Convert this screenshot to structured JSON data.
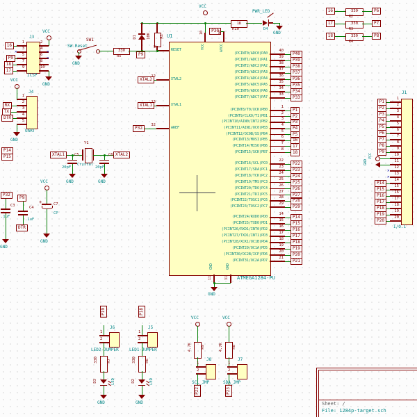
{
  "title_block": {
    "sheet": "Sheet: /",
    "file": "File: 1284p-target.sch"
  },
  "power": {
    "vcc": "VCC",
    "gnd": "GND"
  },
  "ic": {
    "ref": "U1",
    "value": "ATMEGA1284-PU",
    "left_pins": [
      {
        "num": "9",
        "name": "RESET",
        "label": null
      },
      {
        "num": "12",
        "name": "XTAL2",
        "label": "XTAL2"
      },
      {
        "num": "13",
        "name": "XTAL1",
        "label": "XTAL1"
      },
      {
        "num": "32",
        "name": "AREF",
        "label": "P32"
      }
    ],
    "top_pins": [
      {
        "num": "10",
        "name": "VCC"
      },
      {
        "num": "30",
        "name": "AVCC"
      }
    ],
    "bottom_pins": [
      {
        "num": "11",
        "name": "GND"
      },
      {
        "num": "31",
        "name": "GND"
      }
    ],
    "right_groups": [
      {
        "pins": [
          {
            "num": "40",
            "name": "(PCINT0/ADC0)PA0",
            "label": "P40"
          },
          {
            "num": "39",
            "name": "(PCINT1/ADC1)PA1",
            "label": "P39"
          },
          {
            "num": "38",
            "name": "(PCINT2/ADC2)PA2",
            "label": "P38"
          },
          {
            "num": "37",
            "name": "(PCINT3/ADC3)PA3",
            "label": "P37"
          },
          {
            "num": "36",
            "name": "(PCINT4/ADC4)PA4",
            "label": "P36"
          },
          {
            "num": "35",
            "name": "(PCINT5/ADC5)PA5",
            "label": "P35"
          },
          {
            "num": "34",
            "name": "(PCINT6/ADC6)PA6",
            "label": "P34"
          },
          {
            "num": "33",
            "name": "(PCINT7/ADC7)PA7",
            "label": "P33"
          }
        ]
      },
      {
        "pins": [
          {
            "num": "1",
            "name": "(PCINT8/T0/XCK)PB0",
            "label": "P1"
          },
          {
            "num": "2",
            "name": "(PCINT9/CLKO/T1)PB1",
            "label": "P2"
          },
          {
            "num": "3",
            "name": "(PCINT10/AIN0/INT2)PB2",
            "label": "P3"
          },
          {
            "num": "4",
            "name": "(PCINT11/AIN1/OC0)PB3",
            "label": "P4"
          },
          {
            "num": "5",
            "name": "(PCINT12/OC0B/SS)PB4",
            "label": "P5"
          },
          {
            "num": "6",
            "name": "(PCINT13/MOSI)PB5",
            "label": "16"
          },
          {
            "num": "7",
            "name": "(PCINT14/MISO)PB6",
            "label": "17"
          },
          {
            "num": "8",
            "name": "(PCINT15/SCK)PB7",
            "label": "18"
          }
        ]
      },
      {
        "pins": [
          {
            "num": "22",
            "name": "(PCINT16/SCL)PC0",
            "label": "P22"
          },
          {
            "num": "23",
            "name": "(PCINT17/SDA)PC1",
            "label": "P23"
          },
          {
            "num": "24",
            "name": "(PCINT18/TCK)PC2",
            "label": "P24"
          },
          {
            "num": "25",
            "name": "(PCINT19/TMS)PC3",
            "label": "P25"
          },
          {
            "num": "26",
            "name": "(PCINT20/TDO)PC4",
            "label": "P26"
          },
          {
            "num": "27",
            "name": "(PCINT21/TDI)PC5",
            "label": "P27"
          },
          {
            "num": "28",
            "name": "(PCINT22/TOSC1)PC6",
            "label": "P28"
          },
          {
            "num": "29",
            "name": "(PCINT23/TOSC2)PC7",
            "label": "P29"
          }
        ]
      },
      {
        "pins": [
          {
            "num": "14",
            "name": "(PCINT24/RXD0)PD0",
            "label": "P14"
          },
          {
            "num": "15",
            "name": "(PCINT25/TXD0)PD1",
            "label": "P15"
          },
          {
            "num": "16",
            "name": "(PCINT26/RXD1/INT0)PD2",
            "label": "P16"
          },
          {
            "num": "17",
            "name": "(PCINT27/TXD1/INT1)PD3",
            "label": "P17"
          },
          {
            "num": "18",
            "name": "(PCINT28/XCK1/OC1B)PD4",
            "label": "P18"
          },
          {
            "num": "19",
            "name": "(PCINT29/OC1A)PD5",
            "label": "P19"
          },
          {
            "num": "20",
            "name": "(PCINT30/OC2B/ICP)PD6",
            "label": "P20"
          },
          {
            "num": "21",
            "name": "(PCINT31/OC2A)PD7",
            "label": "P21"
          }
        ]
      }
    ]
  },
  "reset": {
    "sw_ref": "SW1",
    "sw_value": "SW.Reset",
    "r5_value": "330",
    "r5_ref": "R5",
    "d1_ref": "D1",
    "r1_value": "10K",
    "r1_ref": "R1",
    "label": "P9"
  },
  "pwr": {
    "r10_value": "1K",
    "r10_ref": "R10",
    "led_value": "PWR_LED",
    "led_ref": "D4",
    "avcc_label": "P30"
  },
  "isp_links": [
    {
      "from": "16",
      "res_value": "330",
      "res_ref": "R2",
      "to": "P6"
    },
    {
      "from": "17",
      "res_value": "330",
      "res_ref": "R3",
      "to": "P7"
    },
    {
      "from": "18",
      "res_value": "330",
      "res_ref": "R4",
      "to": "P8"
    }
  ],
  "icsp": {
    "ref": "J3",
    "value": "ICSP",
    "left": [
      {
        "num": "1",
        "label": "16"
      },
      {
        "num": "3",
        "nc": true
      },
      {
        "num": "5",
        "label": "P9"
      },
      {
        "num": "7",
        "label": "18"
      },
      {
        "num": "9",
        "label": "17"
      }
    ],
    "right": [
      {
        "num": "2",
        "power": "VCC"
      },
      {
        "num": "4",
        "nc": true
      },
      {
        "num": "6",
        "nc": true
      },
      {
        "num": "8"
      },
      {
        "num": "10",
        "power": "GND"
      }
    ]
  },
  "uart": {
    "ref": "J4",
    "value": "UART",
    "pins": [
      {
        "num": "1",
        "power": "VCC"
      },
      {
        "num": "2",
        "label": "RX"
      },
      {
        "num": "3",
        "label": "TX"
      },
      {
        "num": "4",
        "label": "DTR"
      },
      {
        "num": "5",
        "power": "GND"
      }
    ]
  },
  "stray_labels": {
    "p14": "P14",
    "p15": "P15"
  },
  "xtal": {
    "ref": "Y1",
    "value": "Crystal",
    "left_label": "XTAL1",
    "right_label": "XTAL2",
    "c5_ref": "C5",
    "c5_value": "20pF",
    "c6_ref": "C6",
    "c6_value": "20pF"
  },
  "caps": {
    "c3_net": "P32",
    "c3_ref": "C3",
    "c3_value": ".1uF",
    "c4_top": "P9",
    "c4_ref": "C4",
    "c4_value": ".1uF",
    "c4_bottom": "DTR",
    "c7_ref": "C7",
    "c7_value": "CP",
    "c7_plus": "+"
  },
  "led_jumpers": [
    {
      "net": "P19",
      "j_ref": "J6",
      "j_value": "LED2-JUMPER",
      "pin1": "1",
      "pin2": "2",
      "r_value": "330",
      "r_ref": "R7",
      "d_ref": "D3",
      "d_value": "LED"
    },
    {
      "net": "P18",
      "j_ref": "J5",
      "j_value": "LED1-JUMPER",
      "pin1": "1",
      "pin2": "2",
      "r_value": "330",
      "r_ref": "R6",
      "d_ref": "D2",
      "d_value": "LED"
    }
  ],
  "i2c_jumpers": [
    {
      "r_value": "4.7K",
      "r_ref": "R9",
      "j_ref": "J8",
      "j_value": "SCL_JMP",
      "net": "P22",
      "pin1": "1",
      "pin2": "2"
    },
    {
      "r_value": "4.7K",
      "r_ref": "R8",
      "j_ref": "J7",
      "j_value": "SDA_JMP",
      "net": "P23",
      "pin1": "1",
      "pin2": "2"
    }
  ],
  "io_conn": {
    "ref": "J1",
    "value": "I/O.1",
    "pins": [
      {
        "num": "1",
        "label": "P1"
      },
      {
        "num": "2",
        "label": "P2"
      },
      {
        "num": "3",
        "label": "P3"
      },
      {
        "num": "4",
        "label": "P4"
      },
      {
        "num": "5",
        "label": "P5"
      },
      {
        "num": "6",
        "label": "P6"
      },
      {
        "num": "7",
        "label": "P7"
      },
      {
        "num": "8",
        "label": "P8"
      },
      {
        "num": "9",
        "label": "P9"
      },
      {
        "num": "10",
        "power": "VCC"
      },
      {
        "num": "11",
        "power": "GND"
      },
      {
        "num": "12",
        "nc": true
      },
      {
        "num": "13",
        "nc": true
      },
      {
        "num": "14",
        "label": "P14"
      },
      {
        "num": "15",
        "label": "P15"
      },
      {
        "num": "16",
        "label": "P16"
      },
      {
        "num": "17",
        "label": "P17"
      },
      {
        "num": "18",
        "label": "P18"
      },
      {
        "num": "19",
        "label": "P19"
      },
      {
        "num": "20",
        "label": "P20"
      }
    ]
  }
}
